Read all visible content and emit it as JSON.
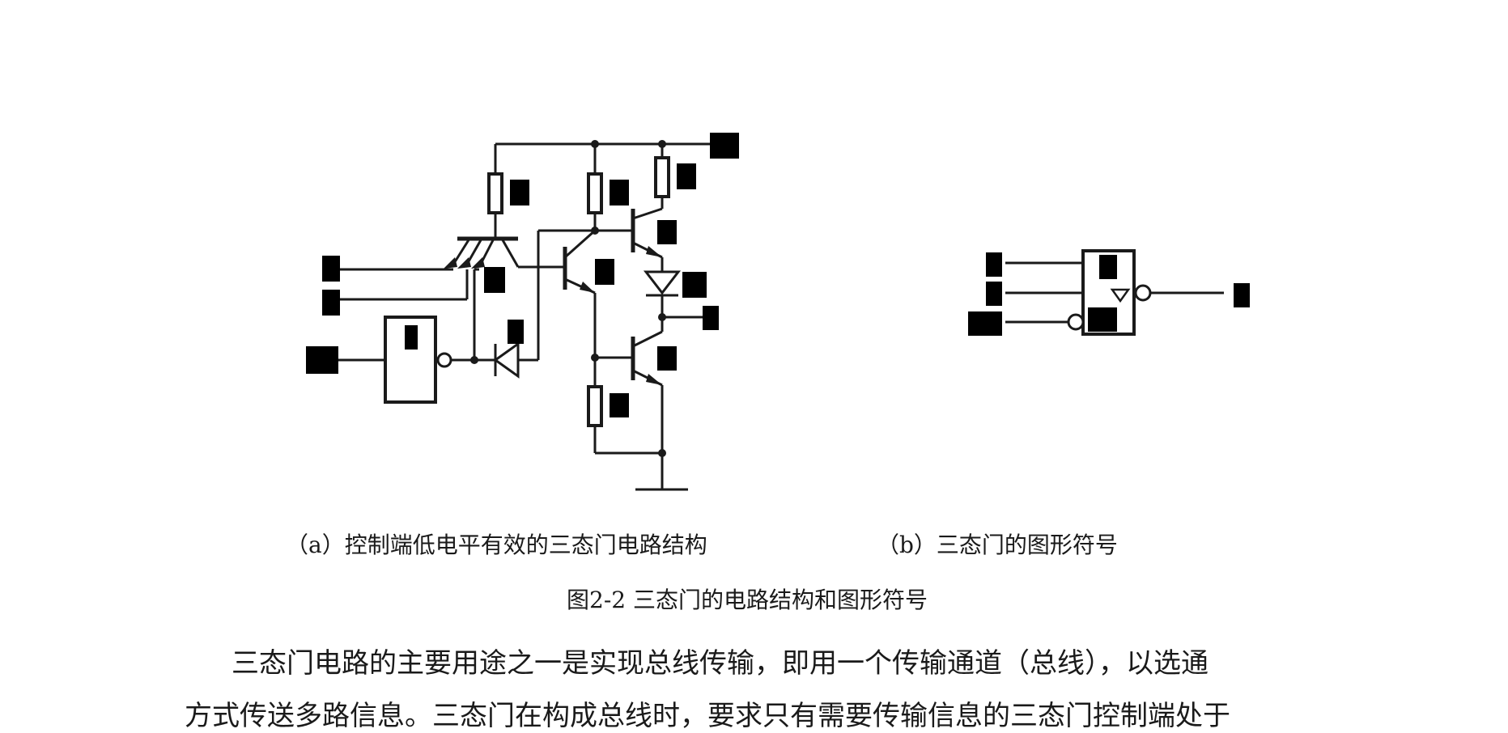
{
  "captions": {
    "a": "（a）控制端低电平有效的三态门电路结构",
    "b": "（b）三态门的图形符号"
  },
  "figure_title": "图2-2 三态门的电路结构和图形符号",
  "paragraph": {
    "line1": "三态门电路的主要用途之一是实现总线传输，即用一个传输通道（总线），以选通",
    "line2": "方式传送多路信息。三态门在构成总线时，要求只有需要传输信息的三态门控制端处于"
  },
  "colors": {
    "ink": "#1a1a1a",
    "redaction": "#000000",
    "background": "#ffffff"
  }
}
